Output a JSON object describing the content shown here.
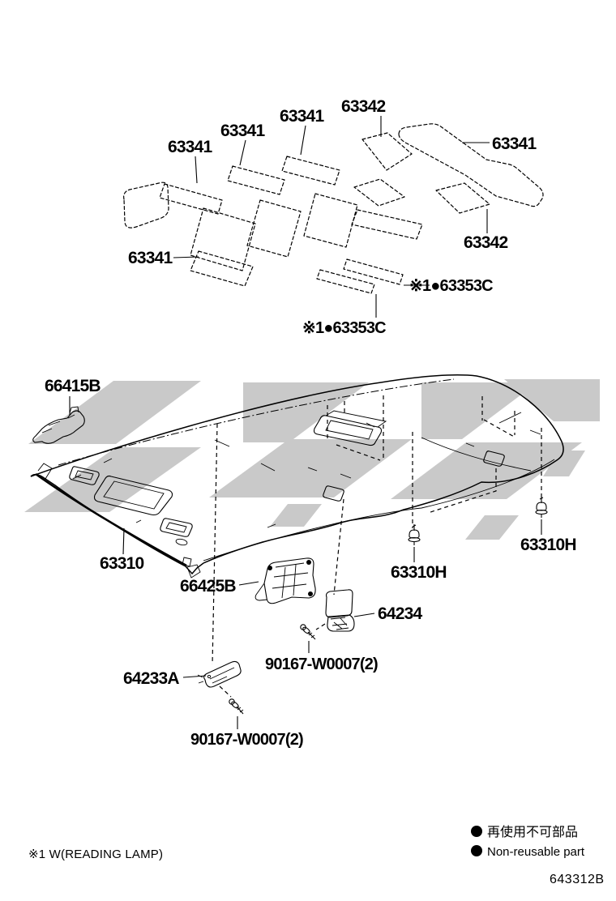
{
  "page": {
    "background": "#ffffff",
    "line_color": "#000000",
    "watermark_color": "#c9c9c9"
  },
  "labels": [
    {
      "id": "63341-a",
      "text": "63341"
    },
    {
      "id": "63341-b",
      "text": "63341"
    },
    {
      "id": "63341-c",
      "text": "63341"
    },
    {
      "id": "63342-a",
      "text": "63342"
    },
    {
      "id": "63341-d",
      "text": "63341"
    },
    {
      "id": "63342-b",
      "text": "63342"
    },
    {
      "id": "63341-e",
      "text": "63341"
    },
    {
      "id": "63353C-a",
      "text": "※1●63353C"
    },
    {
      "id": "63353C-b",
      "text": "※1●63353C"
    },
    {
      "id": "66415B",
      "text": "66415B"
    },
    {
      "id": "63310",
      "text": "63310"
    },
    {
      "id": "66425B",
      "text": "66425B"
    },
    {
      "id": "63310H-a",
      "text": "63310H"
    },
    {
      "id": "63310H-b",
      "text": "63310H"
    },
    {
      "id": "64234",
      "text": "64234"
    },
    {
      "id": "90167-a",
      "text": "90167-W0007(2)"
    },
    {
      "id": "64233A",
      "text": "64233A"
    },
    {
      "id": "90167-b",
      "text": "90167-W0007(2)"
    }
  ],
  "legend": {
    "footnote": "※1 W(READING LAMP)",
    "bullet_ja": "再使用不可部品",
    "bullet_en": "Non-reusable part",
    "diagram_code": "643312B"
  }
}
